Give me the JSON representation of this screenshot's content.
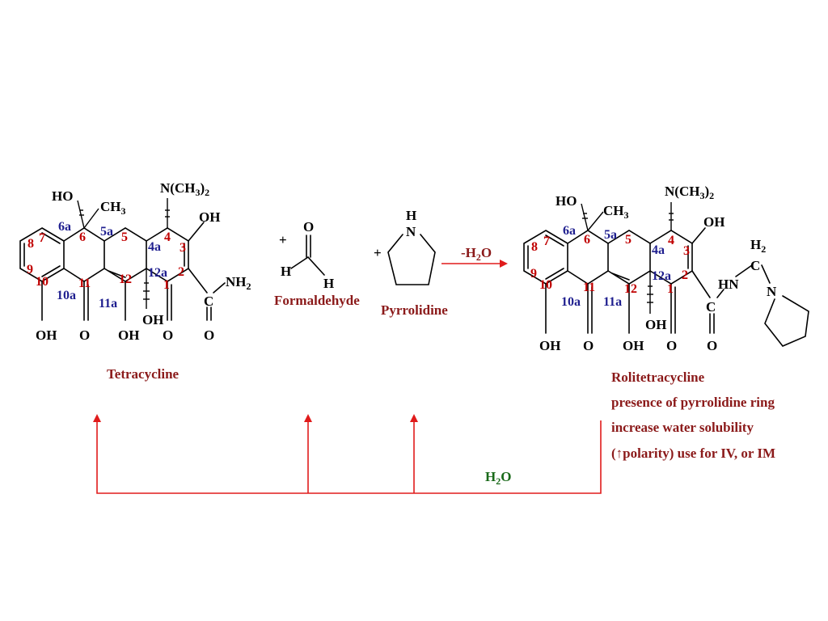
{
  "tetracycline": {
    "name": "Tetracycline",
    "labels": {
      "n_group": "N(CH",
      "n_sub3": "3",
      "n_close": ")",
      "n_sub2": "2",
      "ho": "HO",
      "ch3": "CH",
      "ch3_sub": "3",
      "oh_top": "OH",
      "nh2": "NH",
      "nh2_sub": "2",
      "c": "C",
      "o_amide": "O",
      "oh_12a": "OH",
      "oh_bottom1": "OH",
      "o_bottom1": "O",
      "oh_bottom2": "OH",
      "o_bottom2": "O"
    },
    "numbers": {
      "n1": "1",
      "n2": "2",
      "n3": "3",
      "n4": "4",
      "n4a": "4a",
      "n5": "5",
      "n5a": "5a",
      "n6": "6",
      "n6a": "6a",
      "n7": "7",
      "n8": "8",
      "n9": "9",
      "n10": "10",
      "n10a": "10a",
      "n11": "11",
      "n11a": "11a",
      "n12": "12",
      "n12a": "12a"
    }
  },
  "formaldehyde": {
    "name": "Formaldehyde",
    "plus": "+",
    "o": "O",
    "h1": "H",
    "h2": "H"
  },
  "pyrrolidine": {
    "name": "Pyrrolidine",
    "plus": "+",
    "h": "H",
    "n": "N"
  },
  "reaction": {
    "minus_water": "-H",
    "minus_water_sub": "2",
    "minus_water_end": "O",
    "water": "H",
    "water_sub": "2",
    "water_end": "O"
  },
  "rolitetracycline": {
    "labels": {
      "n_group": "N(CH",
      "n_sub3": "3",
      "n_close": ")",
      "n_sub2": "2",
      "ho": "HO",
      "ch3": "CH",
      "ch3_sub": "3",
      "oh_top": "OH",
      "h2": "H",
      "h2_sub": "2",
      "c_top": "C",
      "hn": "HN",
      "n": "N",
      "c": "C",
      "o_amide": "O",
      "oh_12a": "OH",
      "oh_bottom1": "OH",
      "o_bottom1": "O",
      "oh_bottom2": "OH",
      "o_bottom2": "O"
    },
    "numbers": {
      "n1": "1",
      "n2": "2",
      "n3": "3",
      "n4": "4",
      "n4a": "4a",
      "n5": "5",
      "n5a": "5a",
      "n6": "6",
      "n6a": "6a",
      "n7": "7",
      "n8": "8",
      "n9": "9",
      "n10": "10",
      "n10a": "10a",
      "n11": "11",
      "n11a": "11a",
      "n12": "12",
      "n12a": "12a"
    },
    "notes": {
      "line1": "Rolitetracycline",
      "line2": "presence of pyrrolidine ring",
      "line3": "increase water solubility",
      "line4": "(↑polarity) use for IV, or IM"
    }
  }
}
